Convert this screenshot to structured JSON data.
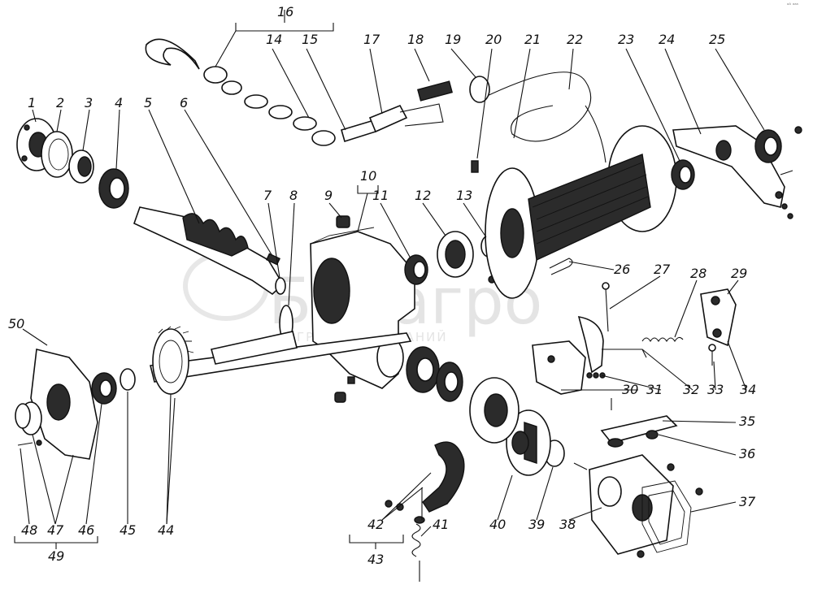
{
  "watermark": {
    "brand": "Белагро",
    "subtitle": "ГРУППА КОМПАНИЙ"
  },
  "corner_mark": "ᵃᴬ ᵃᵃᵃ",
  "callouts": [
    "1",
    "2",
    "3",
    "4",
    "5",
    "6",
    "7",
    "8",
    "9",
    "10",
    "11",
    "12",
    "13",
    "14",
    "15",
    "16",
    "17",
    "18",
    "19",
    "20",
    "21",
    "22",
    "23",
    "24",
    "25",
    "26",
    "27",
    "28",
    "29",
    "30",
    "31",
    "32",
    "33",
    "34",
    "35",
    "36",
    "37",
    "38",
    "39",
    "40",
    "41",
    "42",
    "43",
    "44",
    "45",
    "46",
    "47",
    "48",
    "49",
    "50"
  ],
  "group_labels": {
    "g10": "10",
    "g16": "16",
    "g43": "43",
    "g49": "49"
  }
}
